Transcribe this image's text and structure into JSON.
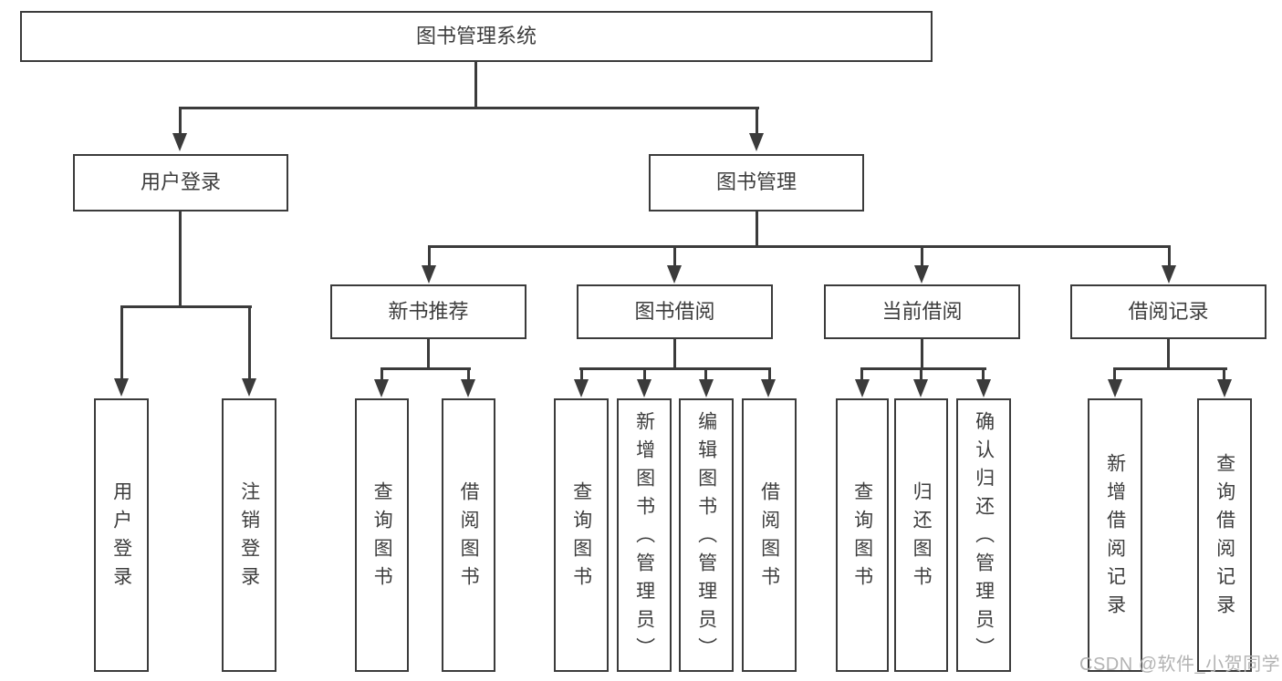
{
  "colors": {
    "line": "#3b3b3b",
    "box_border": "#3b3b3b",
    "text": "#3d3d3d",
    "background": "#ffffff",
    "watermark": "#b3b3b3"
  },
  "watermark": {
    "text": "CSDN @软件_小贺同学"
  },
  "tree": {
    "root": {
      "label": "图书管理系统"
    },
    "branches": [
      {
        "label": "用户登录",
        "children": [
          {
            "label": "用户登录"
          },
          {
            "label": "注销登录"
          }
        ]
      },
      {
        "label": "图书管理",
        "children": [
          {
            "label": "新书推荐",
            "children": [
              {
                "label": "查询图书"
              },
              {
                "label": "借阅图书"
              }
            ]
          },
          {
            "label": "图书借阅",
            "children": [
              {
                "label": "查询图书"
              },
              {
                "label": "新增图书（管理员）"
              },
              {
                "label": "编辑图书（管理员）"
              },
              {
                "label": "借阅图书"
              }
            ]
          },
          {
            "label": "当前借阅",
            "children": [
              {
                "label": "查询图书"
              },
              {
                "label": "归还图书"
              },
              {
                "label": "确认归还（管理员）"
              }
            ]
          },
          {
            "label": "借阅记录",
            "children": [
              {
                "label": "新增借阅记录"
              },
              {
                "label": "查询借阅记录"
              }
            ]
          }
        ]
      }
    ]
  }
}
